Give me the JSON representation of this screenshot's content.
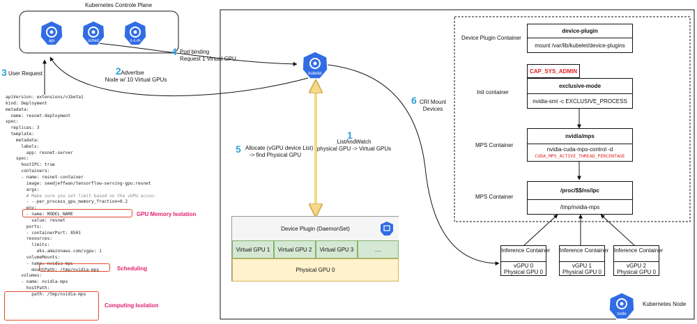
{
  "control_plane": {
    "title": "Kubernetes Controle Plane",
    "components": [
      "api",
      "sched",
      "c-c-m"
    ]
  },
  "node": {
    "label": "Kubernetes Node",
    "icon_label": "node",
    "kubelet_label": "kubelet"
  },
  "steps": [
    {
      "num": "1",
      "text_lines": [
        "ListAndWatch",
        "physical GPU -> Virtual GPUs"
      ]
    },
    {
      "num": "2",
      "text_lines": [
        "Advertise",
        "Node w/ 10 Virtual GPUs"
      ]
    },
    {
      "num": "3",
      "text_lines": [
        "User Request"
      ]
    },
    {
      "num": "4",
      "text_lines": [
        "Pod binding",
        "Request 1 Virtual GPU"
      ]
    },
    {
      "num": "5",
      "text_lines": [
        "Allocate (vGPU device List)",
        "-> find Physical GPU"
      ]
    },
    {
      "num": "6",
      "text_lines": [
        "CRI Mount",
        "Devices"
      ]
    }
  ],
  "yaml_lines": [
    "apiVersion: extensions/v1beta1",
    "kind: Deployment",
    "metadata:",
    "  name: resnet-deployment",
    "spec:",
    "  replicas: 3",
    "  template:",
    "    metadata:",
    "      labels:",
    "        app: resnet-server",
    "    spec:",
    "      hostIPC: true",
    "      containers:",
    "      - name: resnet-container",
    "        image: seedjeffwan/tensorflow-serving-gpu:resnet",
    "        args:",
    "        # Make sure you set limit based on the vGPU accou-",
    "        - --per_process_gpu_memory_fraction=0.2",
    "        env:",
    "        - name: MODEL_NAME",
    "          value: resnet",
    "        ports:",
    "        - containerPort: 8501",
    "        resources:",
    "          limits:",
    "            eks.amazonaws.com/vgpu: 1",
    "        volumeMounts:",
    "        - name: nvidia-mps",
    "          mountPath: /tmp/nvidia-mps",
    "      volumes:",
    "      - name: nvidia-mps",
    "        hostPath:",
    "          path: /tmp/nvidia-mps"
  ],
  "annotations": {
    "gpu_memory": "GPU Memory Isolation",
    "scheduling": "Scheduling",
    "computing": "Computing Isolation"
  },
  "device_plugin_box": {
    "title": "Device Plugin (DaemonSet)",
    "vgpus": [
      "Virtual GPU 1",
      "Virtual GPU 2",
      "Virtual GPU 3",
      "...."
    ],
    "physical": "Physical GPU 0"
  },
  "right_panel": {
    "dp_container_label": "Device Plugin Container",
    "dp_title": "device-plugin",
    "dp_mount": "mount /var/lib/kubelet/device-plugins",
    "cap": "CAP_SYS_ADMIN",
    "init_label": "Init container",
    "init_title": "exclusive-mode",
    "init_cmd": "nvidia-smi -c EXCLUSIVE_PROCESS",
    "mps_label_1": "MPS Container",
    "mps_title": "nvidia/mps",
    "mps_cmd": "nvidia-cuda-mps-control -d",
    "mps_env": "CUDA_MPS_ACTIVE_THREAD_PERCENTAGE",
    "mps_label_2": "MPS Container",
    "ipc_title": "/proc/$$/ns/ipc",
    "ipc_path": "/tmp/nvidia-mps"
  },
  "inference": [
    {
      "title": "Inference Container",
      "vgpu": "vGPU 0",
      "pgpu": "Physical GPU 0"
    },
    {
      "title": "Inference Container",
      "vgpu": "vGPU 1",
      "pgpu": "Physical GPU 0"
    },
    {
      "title": "Inference Container",
      "vgpu": "vGPU 2",
      "pgpu": "Physical GPU 0"
    }
  ],
  "colors": {
    "k8s_blue": "#326ce5",
    "step_blue": "#2f9fd8",
    "vgpu_green": "#d5e8d4",
    "physical_yellow": "#fff2cc",
    "highlight_red": "#e04a2a",
    "annotation_pink": "#e0206a",
    "arrow_yellow": "#f5d98a"
  }
}
